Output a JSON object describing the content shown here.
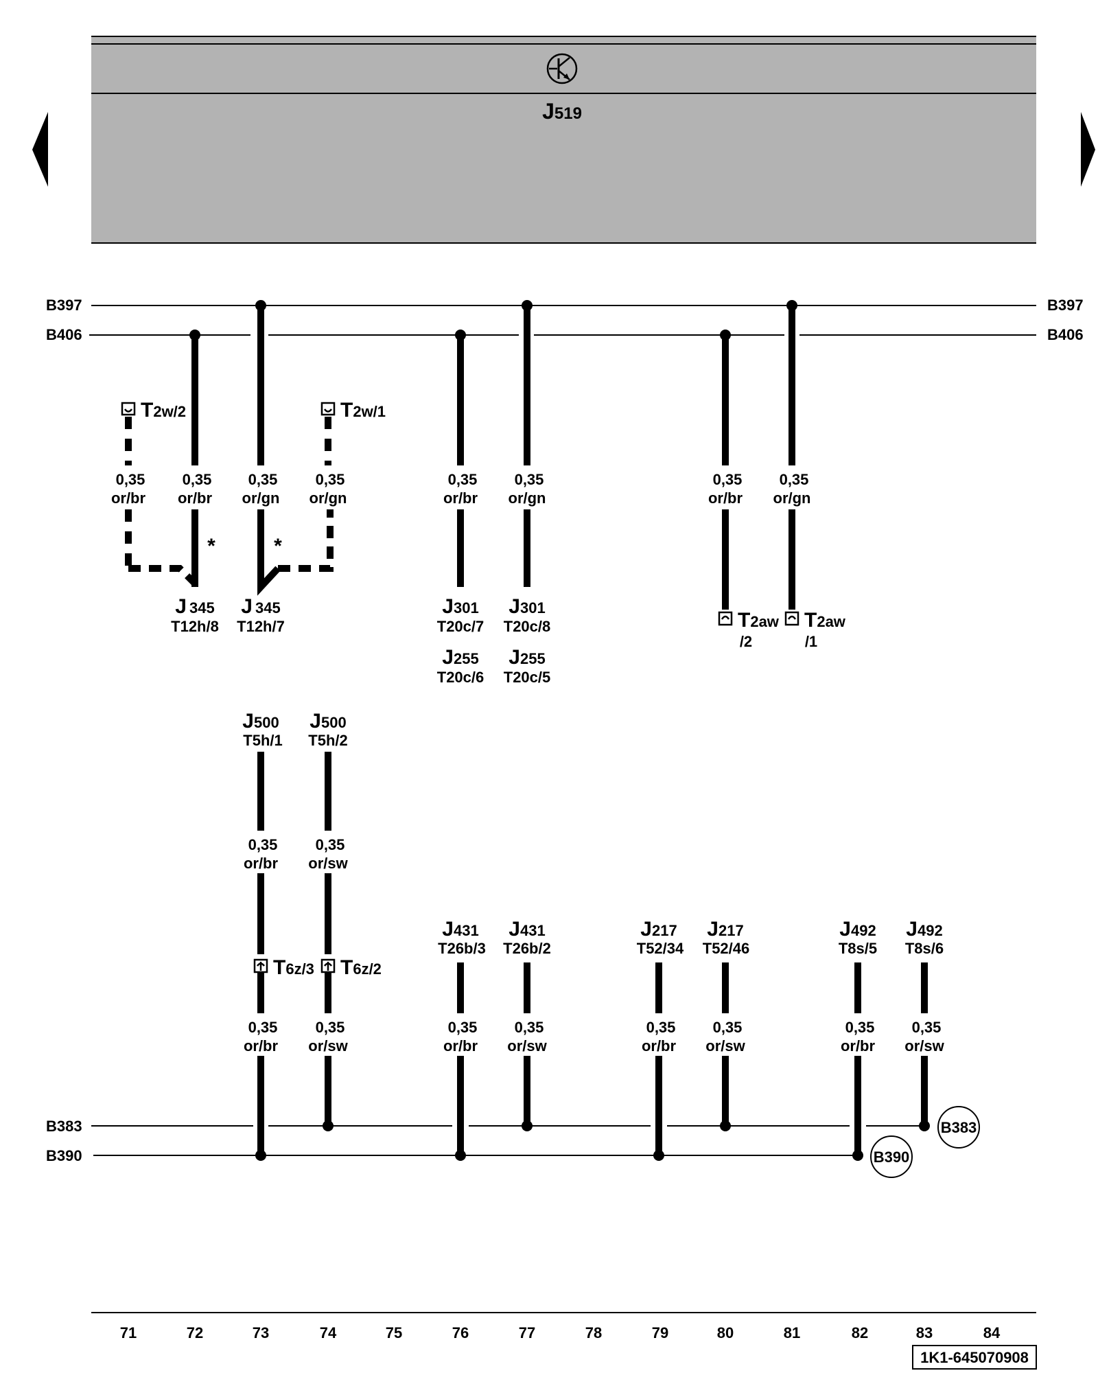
{
  "header": {
    "module": "J519",
    "module_letter": "J",
    "module_num": "519"
  },
  "buses": {
    "top": [
      {
        "name": "B397"
      },
      {
        "name": "B406"
      }
    ],
    "bottom": [
      {
        "name": "B383"
      },
      {
        "name": "B390"
      }
    ]
  },
  "upper_connectors": [
    {
      "name": "T2w/2",
      "big": "T",
      "small": "2w/2"
    },
    {
      "name": "T2w/1",
      "big": "T",
      "small": "2w/1"
    },
    {
      "name": "T2aw/2",
      "big": "T",
      "small": "2aw",
      "sub": "/2"
    },
    {
      "name": "T2aw/1",
      "big": "T",
      "small": "2aw",
      "sub": "/1"
    }
  ],
  "upper_wires": [
    {
      "col": 71,
      "size": "0,35",
      "color": "or/br"
    },
    {
      "col": 72,
      "size": "0,35",
      "color": "or/br"
    },
    {
      "col": 73,
      "size": "0,35",
      "color": "or/gn"
    },
    {
      "col": 74,
      "size": "0,35",
      "color": "or/gn"
    },
    {
      "col": 76,
      "size": "0,35",
      "color": "or/br"
    },
    {
      "col": 77,
      "size": "0,35",
      "color": "or/gn"
    },
    {
      "col": 80,
      "size": "0,35",
      "color": "or/br"
    },
    {
      "col": 81,
      "size": "0,35",
      "color": "or/gn"
    }
  ],
  "stars": [
    "*",
    "*"
  ],
  "upper_components": [
    {
      "letter": "J",
      "num": "345",
      "pin": "T12h/8"
    },
    {
      "letter": "J",
      "num": "345",
      "pin": "T12h/7"
    },
    {
      "letter": "J",
      "num": "301",
      "pin": "T20c/7"
    },
    {
      "letter": "J",
      "num": "301",
      "pin": "T20c/8"
    },
    {
      "letter": "J",
      "num": "255",
      "pin": "T20c/6"
    },
    {
      "letter": "J",
      "num": "255",
      "pin": "T20c/5"
    }
  ],
  "lower_components": [
    {
      "letter": "J",
      "num": "500",
      "pin": "T5h/1"
    },
    {
      "letter": "J",
      "num": "500",
      "pin": "T5h/2"
    },
    {
      "letter": "J",
      "num": "431",
      "pin": "T26b/3"
    },
    {
      "letter": "J",
      "num": "431",
      "pin": "T26b/2"
    },
    {
      "letter": "J",
      "num": "217",
      "pin": "T52/34"
    },
    {
      "letter": "J",
      "num": "217",
      "pin": "T52/46"
    },
    {
      "letter": "J",
      "num": "492",
      "pin": "T8s/5"
    },
    {
      "letter": "J",
      "num": "492",
      "pin": "T8s/6"
    }
  ],
  "lower_connectors": [
    {
      "name": "T6z/3",
      "big": "T",
      "small": "6z/3"
    },
    {
      "name": "T6z/2",
      "big": "T",
      "small": "6z/2"
    }
  ],
  "lower_wires": [
    {
      "col": 73,
      "size": "0,35",
      "color": "or/br"
    },
    {
      "col": 74,
      "size": "0,35",
      "color": "or/sw"
    },
    {
      "col": 73,
      "size": "0,35",
      "color": "or/br"
    },
    {
      "col": 74,
      "size": "0,35",
      "color": "or/sw"
    },
    {
      "col": 76,
      "size": "0,35",
      "color": "or/br"
    },
    {
      "col": 77,
      "size": "0,35",
      "color": "or/sw"
    },
    {
      "col": 79,
      "size": "0,35",
      "color": "or/br"
    },
    {
      "col": 80,
      "size": "0,35",
      "color": "or/sw"
    },
    {
      "col": 82,
      "size": "0,35",
      "color": "or/br"
    },
    {
      "col": 83,
      "size": "0,35",
      "color": "or/sw"
    }
  ],
  "circled_refs": [
    "B390",
    "B383"
  ],
  "columns": [
    "71",
    "72",
    "73",
    "74",
    "75",
    "76",
    "77",
    "78",
    "79",
    "80",
    "81",
    "82",
    "83",
    "84"
  ],
  "footer": {
    "code": "1K1-645070908"
  },
  "colors": {
    "ink": "#000000",
    "module_fill": "#b3b3b3",
    "background": "#ffffff"
  }
}
